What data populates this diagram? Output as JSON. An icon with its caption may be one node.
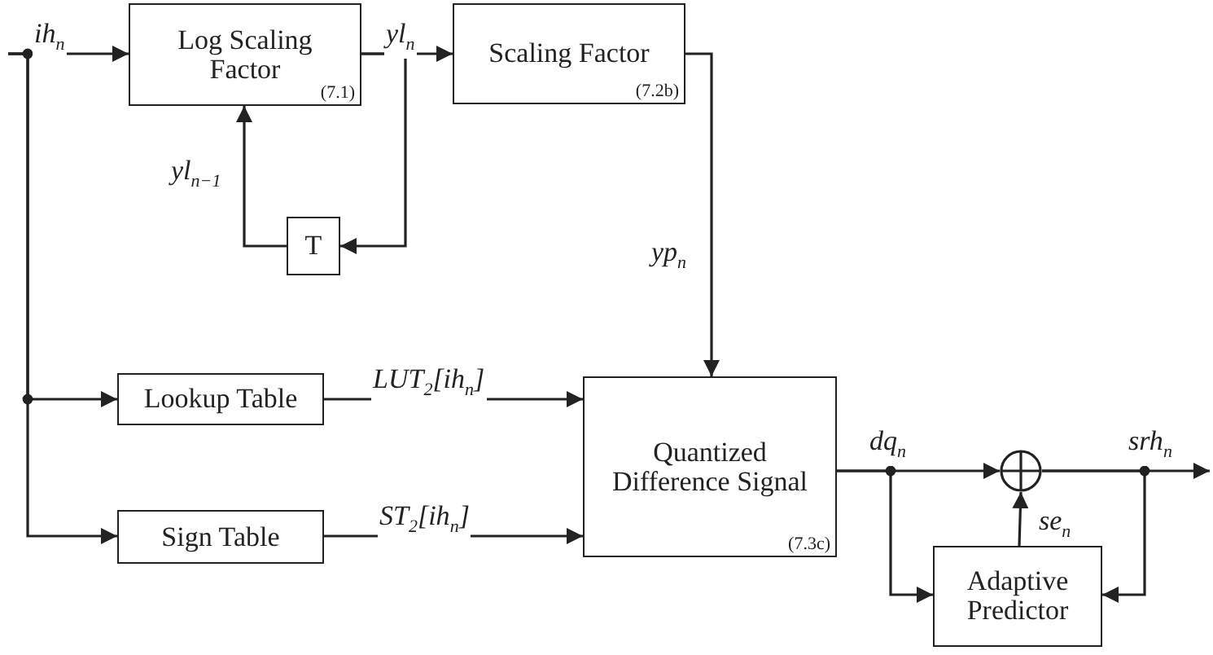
{
  "diagram": {
    "nodes": [
      {
        "text": [
          "Log Scaling Factor",
          "(7.1)"
        ]
      },
      {
        "text": [
          "Scaling Factor",
          "(7.2b)"
        ]
      },
      {
        "text": [
          "T"
        ]
      },
      {
        "text": [
          "Lookup Table"
        ]
      },
      {
        "text": [
          "Sign Table"
        ]
      },
      {
        "text": [
          "Quantized Difference Signal",
          "(7.3c)"
        ]
      },
      {
        "text": [],
        "shape": "circle"
      },
      {
        "text": [
          "Adaptive Predictor"
        ]
      }
    ],
    "edges": [
      {
        "from": null,
        "to": 0,
        "arrow": "to",
        "label": "ih$_{n}$"
      },
      {
        "from": null,
        "to": 3,
        "arrow": "to"
      },
      {
        "from": null,
        "to": 4,
        "arrow": "to"
      },
      {
        "from": 0,
        "to": 1,
        "arrow": "to",
        "label": "yl$_{n}$"
      },
      {
        "from": 0,
        "to": 2,
        "arrow": "to"
      },
      {
        "from": 2,
        "to": 0,
        "arrow": "to",
        "label": "yl$_{n−1}$"
      },
      {
        "from": 1,
        "to": 5,
        "arrow": "to",
        "label": "yp$_{n}$"
      },
      {
        "from": 3,
        "to": 5,
        "arrow": "to",
        "label": "LUT$_{2}$[ih$_{n}$]"
      },
      {
        "from": 4,
        "to": 5,
        "arrow": "to",
        "label": "ST$_{2}$[ih$_{n}$]"
      },
      {
        "from": 5,
        "to": 6,
        "arrow": "to",
        "label": "dq$_{n}$"
      },
      {
        "from": 5,
        "to": 7,
        "arrow": "to"
      },
      {
        "from": 7,
        "to": 6,
        "arrow": "to",
        "label": "se$_{n}$"
      },
      {
        "from": 6,
        "to": null,
        "arrow": "to",
        "label": "srh$_{n}$"
      },
      {
        "from": 6,
        "to": 7,
        "arrow": "to"
      }
    ]
  }
}
